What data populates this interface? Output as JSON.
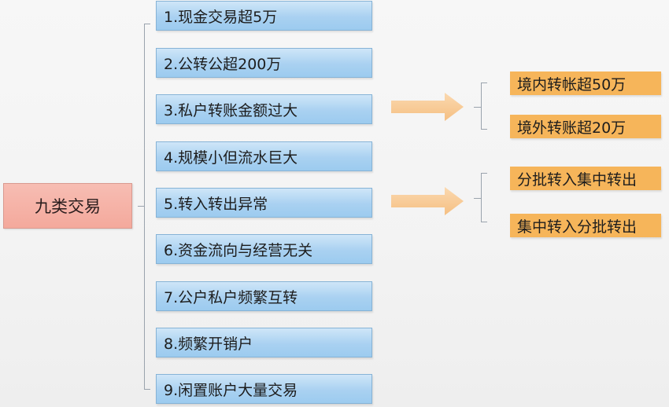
{
  "root": {
    "label": "九类交易"
  },
  "items": [
    {
      "label": "1.现金交易超5万"
    },
    {
      "label": "2.公转公超200万"
    },
    {
      "label": "3.私户转账金额过大"
    },
    {
      "label": "4.规模小但流水巨大"
    },
    {
      "label": "5.转入转出异常"
    },
    {
      "label": "6.资金流向与经营无关"
    },
    {
      "label": "7.公户私户频繁互转"
    },
    {
      "label": "8.频繁开销户"
    },
    {
      "label": "9.闲置账户大量交易"
    }
  ],
  "branches": [
    {
      "from_item": 3,
      "children": [
        {
          "label": "境内转帐超50万"
        },
        {
          "label": "境外转账超20万"
        }
      ]
    },
    {
      "from_item": 5,
      "children": [
        {
          "label": "分批转入集中转出"
        },
        {
          "label": "集中转入分批转出"
        }
      ]
    }
  ],
  "colors": {
    "root_fill": "#f4a99c",
    "item_fill": "#a9d1f1",
    "sub_fill": "#f6b55a",
    "arrow_fill": "#f7c58a",
    "connector": "#9aa3ad"
  }
}
